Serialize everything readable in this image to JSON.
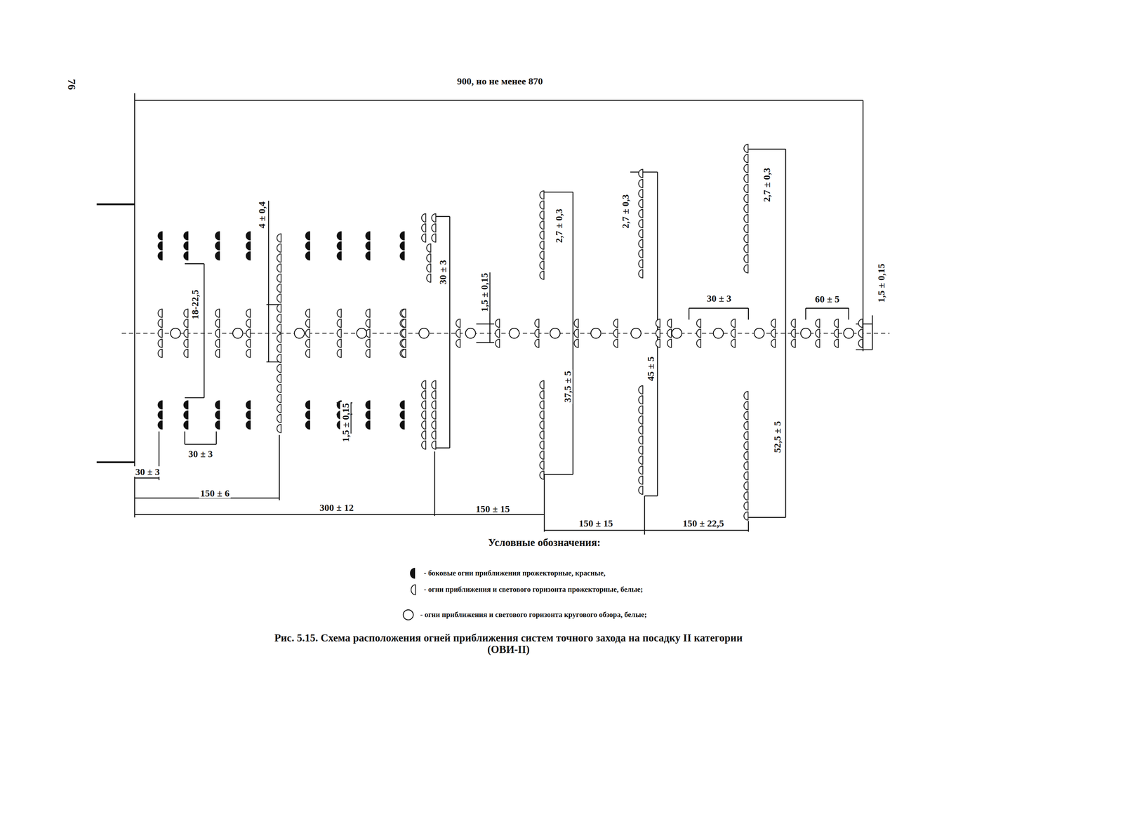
{
  "diagram": {
    "caption": "Рис. 5.15. Схема расположения огней приближения систем точного захода на посадку II категории (ОВИ-II)",
    "labels": [
      "76",
      "900, но не менее 870",
      "18-22,5",
      "4 ± 0,4",
      "30 ± 3",
      "1,5 ± 0,15",
      "2,7 ± 0,3",
      "2,7 ± 0,3",
      "2,7 ± 0,3",
      "30 ± 3",
      "60 ± 5",
      "1,5 ± 0,15",
      "37,5 ± 5",
      "45 ± 5",
      "52,5 ± 5",
      "1,5 ± 0,15",
      "30 ± 3",
      "30 ± 3",
      "150 ± 6",
      "300 ± 12",
      "150 ± 15",
      "150 ± 15",
      "150 ± 22,5",
      "Условные обозначения:"
    ],
    "legend": [
      {
        "text": "- боковые огни приближения прожекторные, красные,"
      },
      {
        "text": "- огни приближения и светового горизонта прожекторные, белые;"
      },
      {
        "text": "- огни приближения и светового горизонта кругового обзора, белые;"
      }
    ]
  }
}
